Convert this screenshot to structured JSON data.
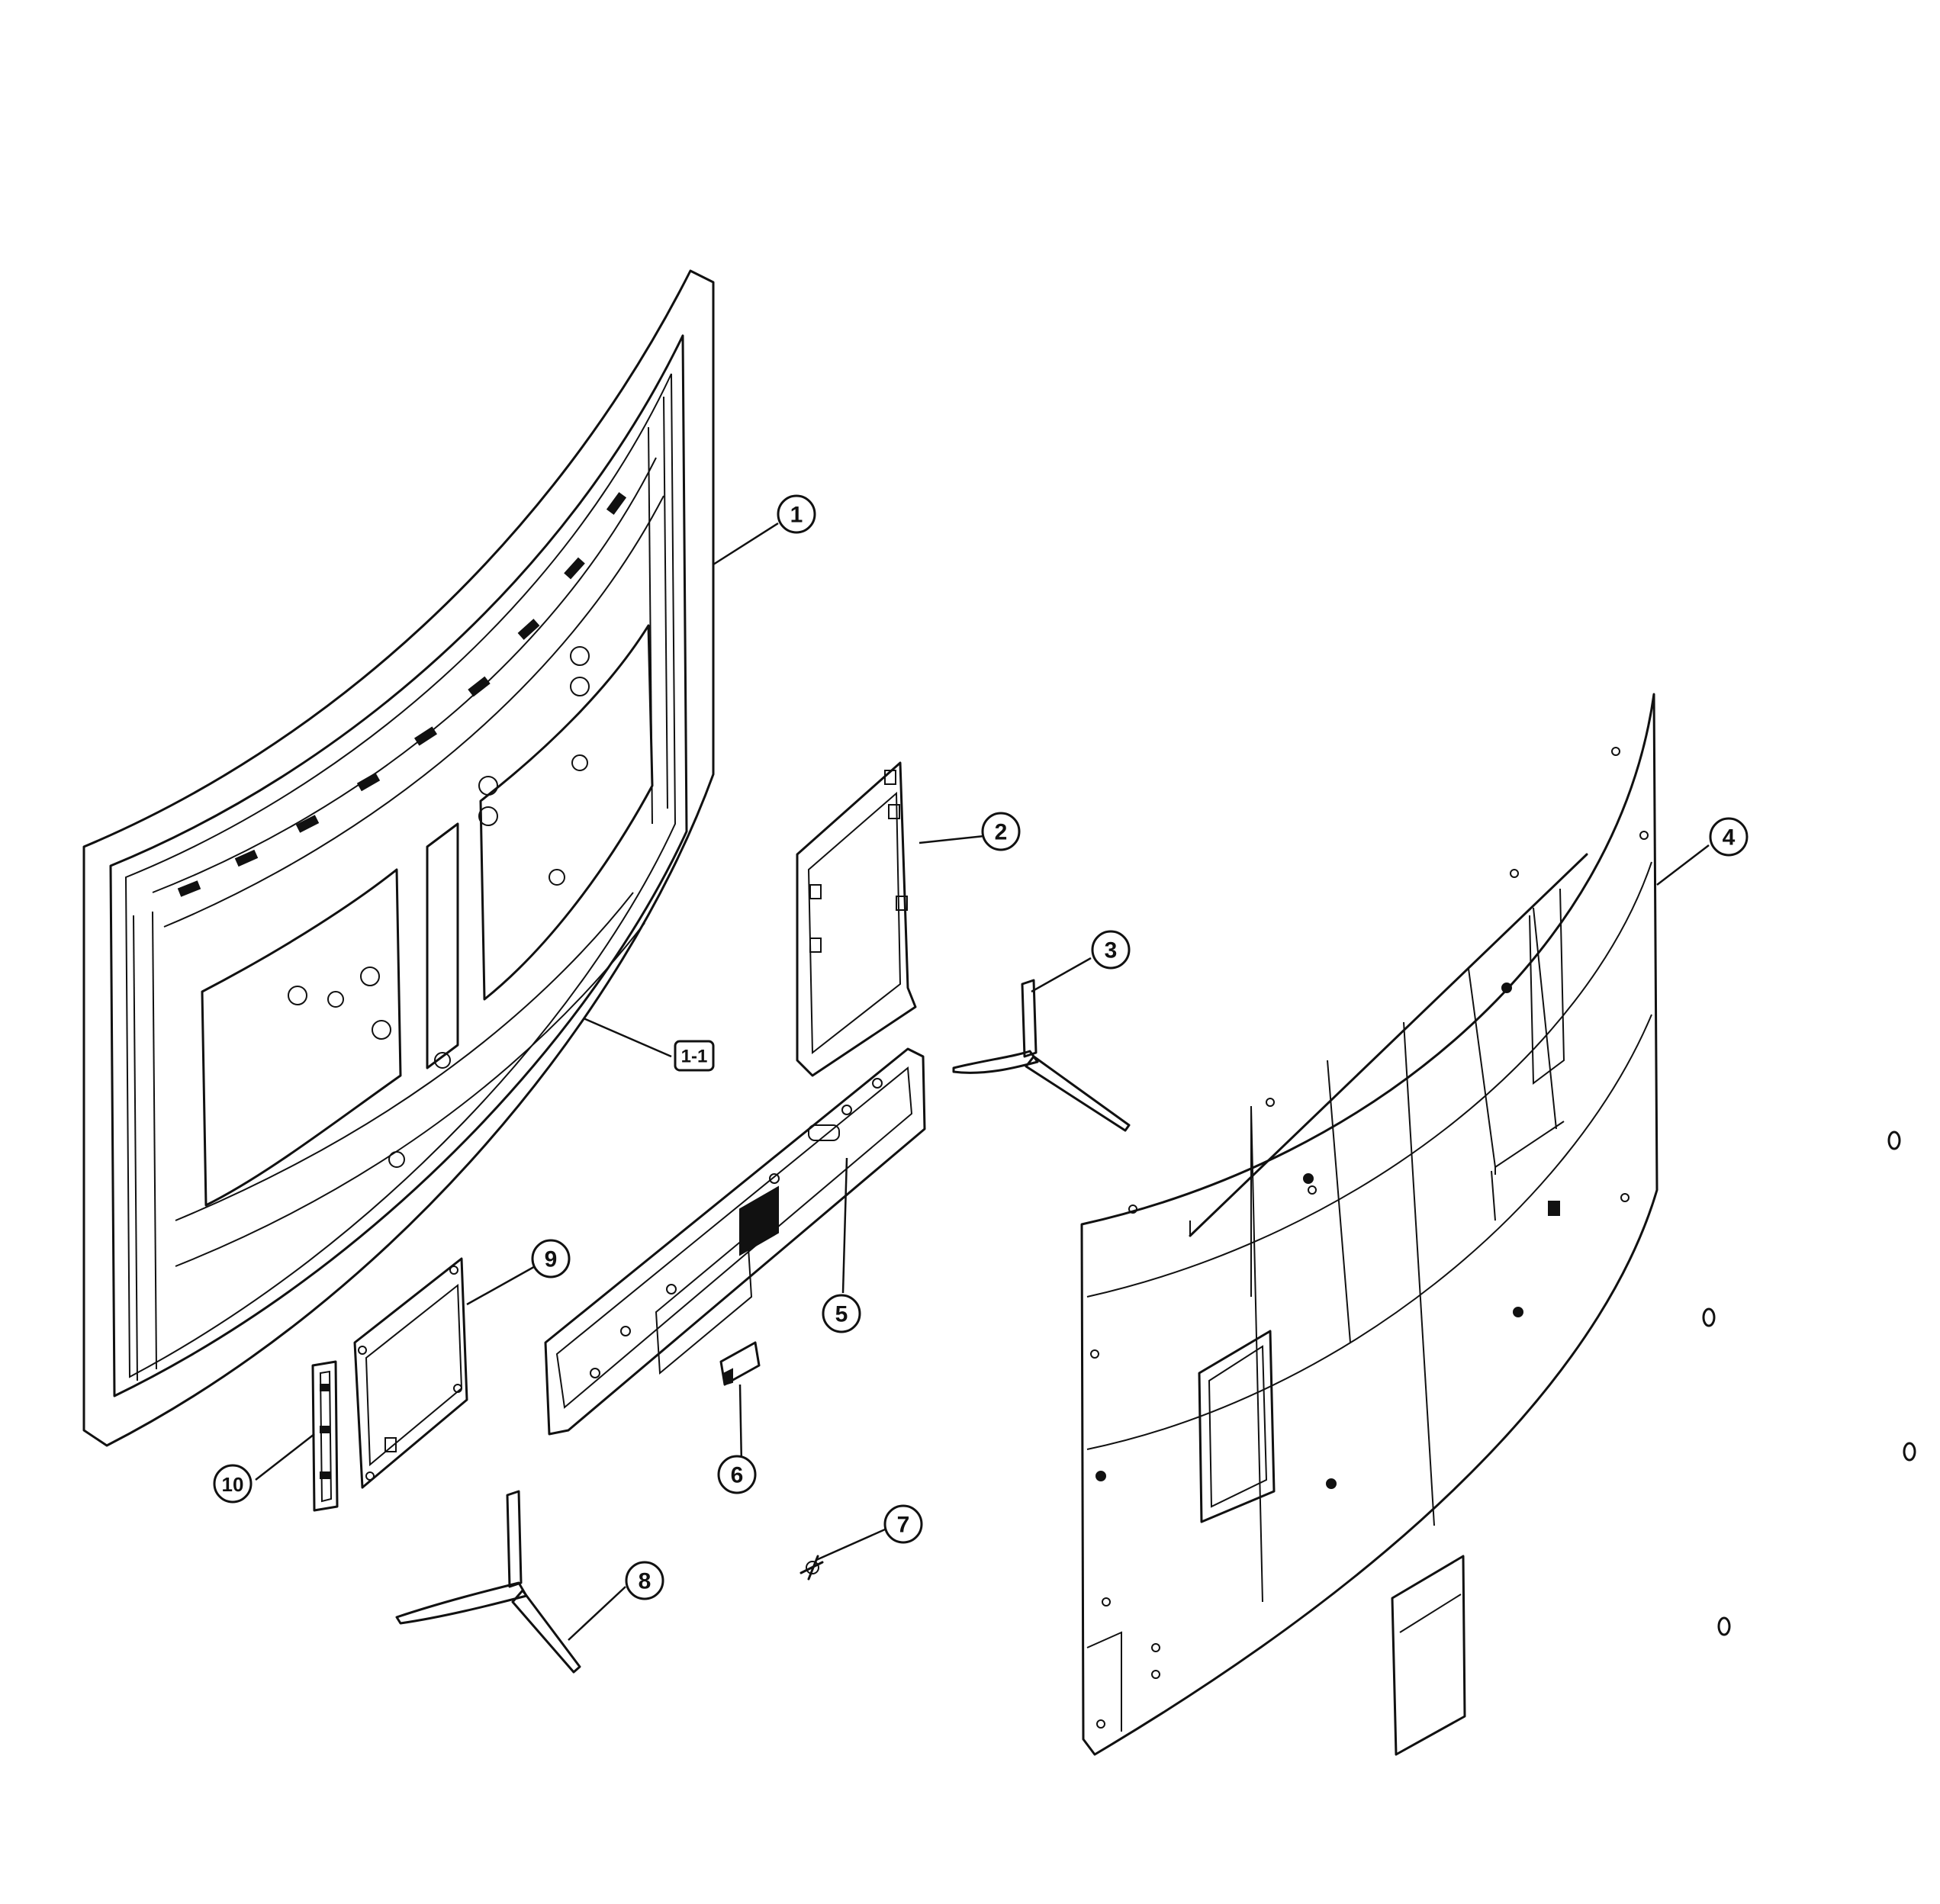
{
  "diagram": {
    "callouts": {
      "c1": "1",
      "c1_1": "1-1",
      "c2": "2",
      "c3": "3",
      "c4": "4",
      "c5": "5",
      "c6": "6",
      "c7": "7",
      "c8": "8",
      "c9": "9",
      "c10": "10"
    }
  }
}
